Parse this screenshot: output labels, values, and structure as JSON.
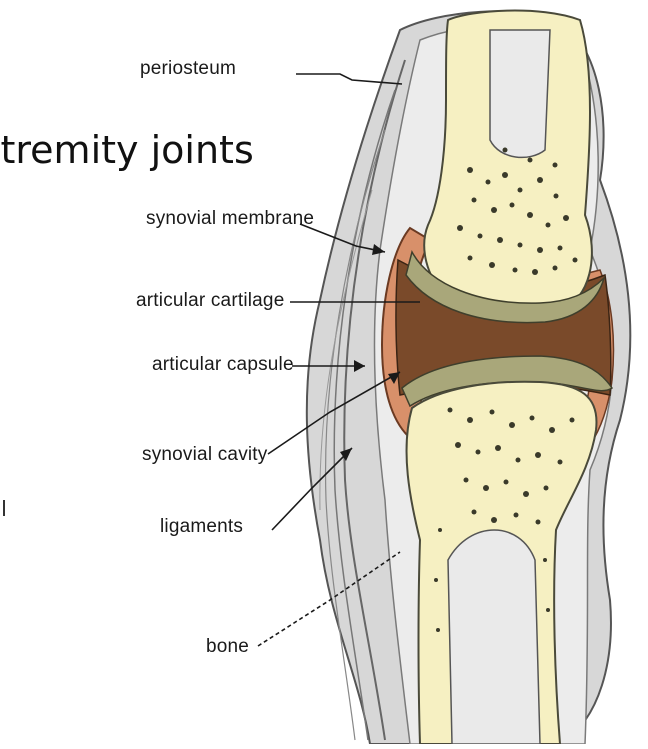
{
  "slide": {
    "title": "xtremity joints"
  },
  "diagram": {
    "labels": {
      "periosteum": "periosteum",
      "synovial_membrane": "synovial membrane",
      "articular_cartilage": "articular cartilage",
      "articular_capsule": "articular capsule",
      "synovial_cavity": "synovial cavity",
      "ligaments": "ligaments",
      "bone": "bone"
    },
    "colors": {
      "bone": "#f6f0c2",
      "bone_outline": "#6b6b55",
      "cartilage": "#a9a77a",
      "synovial_cavity": "#7a4a2a",
      "synovial_membrane": "#d8906a",
      "capsule_gray": "#c9c9c9",
      "tissue_light": "#e9e9e9"
    }
  }
}
